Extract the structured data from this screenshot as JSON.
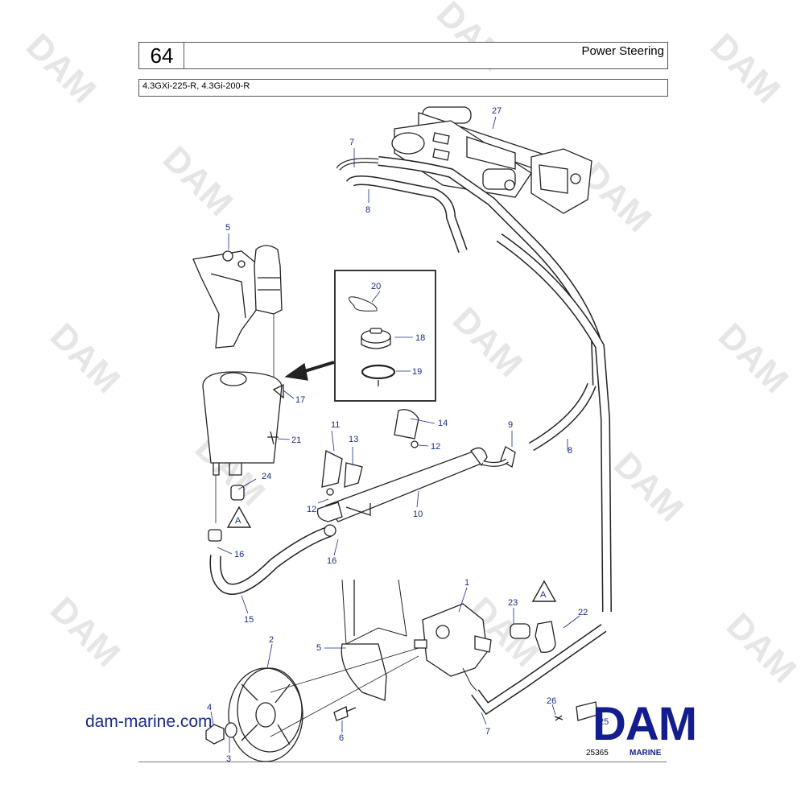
{
  "header": {
    "page_number": "64",
    "title": "Power Steering",
    "models": "4.3GXi-225-R, 4.3Gi-200-R"
  },
  "watermark": "DAM",
  "footer": {
    "website": "dam-marine.com",
    "logo_text": "DAM",
    "logo_sub": "MARINE",
    "figure_number": "25365"
  },
  "callouts": {
    "c1": "1",
    "c2": "2",
    "c3": "3",
    "c4": "4",
    "c5a": "5",
    "c5b": "5",
    "c6": "6",
    "c7a": "7",
    "c7b": "7",
    "c8a": "8",
    "c8b": "8",
    "c9": "9",
    "c10": "10",
    "c11": "11",
    "c12a": "12",
    "c12b": "12",
    "c13": "13",
    "c14": "14",
    "c15": "15",
    "c16a": "16",
    "c16b": "16",
    "c17": "17",
    "c18": "18",
    "c19": "19",
    "c20": "20",
    "c21": "21",
    "c22": "22",
    "c23": "23",
    "c24": "24",
    "c25": "25",
    "c26": "26",
    "c27": "27",
    "markA1": "A",
    "markA2": "A"
  },
  "colors": {
    "callout": "#1a2a8c",
    "logo": "#141d8f",
    "watermark": "#e6e6e6"
  }
}
